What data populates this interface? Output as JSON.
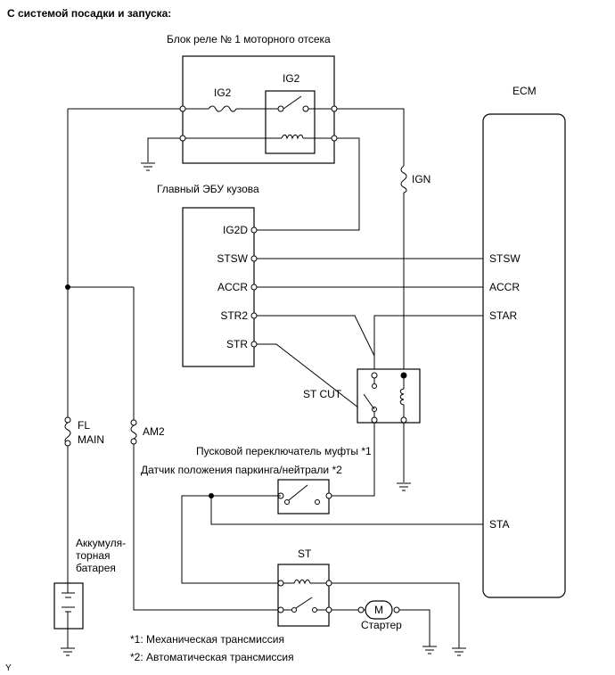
{
  "heading": "С системой посадки и запуска:",
  "relay_block_title": "Блок реле № 1 моторного отсека",
  "ig2_fuse": "IG2",
  "ig2_relay": "IG2",
  "ecm": "ECM",
  "ign_fuse": "IGN",
  "body_ecu_title": "Главный ЭБУ кузова",
  "body_ecu_pins": [
    "IG2D",
    "STSW",
    "ACCR",
    "STR2",
    "STR"
  ],
  "ecm_pins": [
    "STSW",
    "ACCR",
    "STAR",
    "STA"
  ],
  "st_cut": "ST CUT",
  "fl_main_1": "FL",
  "fl_main_2": "MAIN",
  "am2": "AM2",
  "clutch_switch": "Пусковой переключатель муфты *1",
  "park_neutral": "Датчик положения паркинга/нейтрали *2",
  "battery_1": "Аккумуля-",
  "battery_2": "торная",
  "battery_3": "батарея",
  "st_relay": "ST",
  "motor_symbol": "M",
  "starter": "Стартер",
  "note_1": "*1: Механическая трансмиссия",
  "note_2": "*2: Автоматическая трансмиссия",
  "corner_mark": "Y"
}
